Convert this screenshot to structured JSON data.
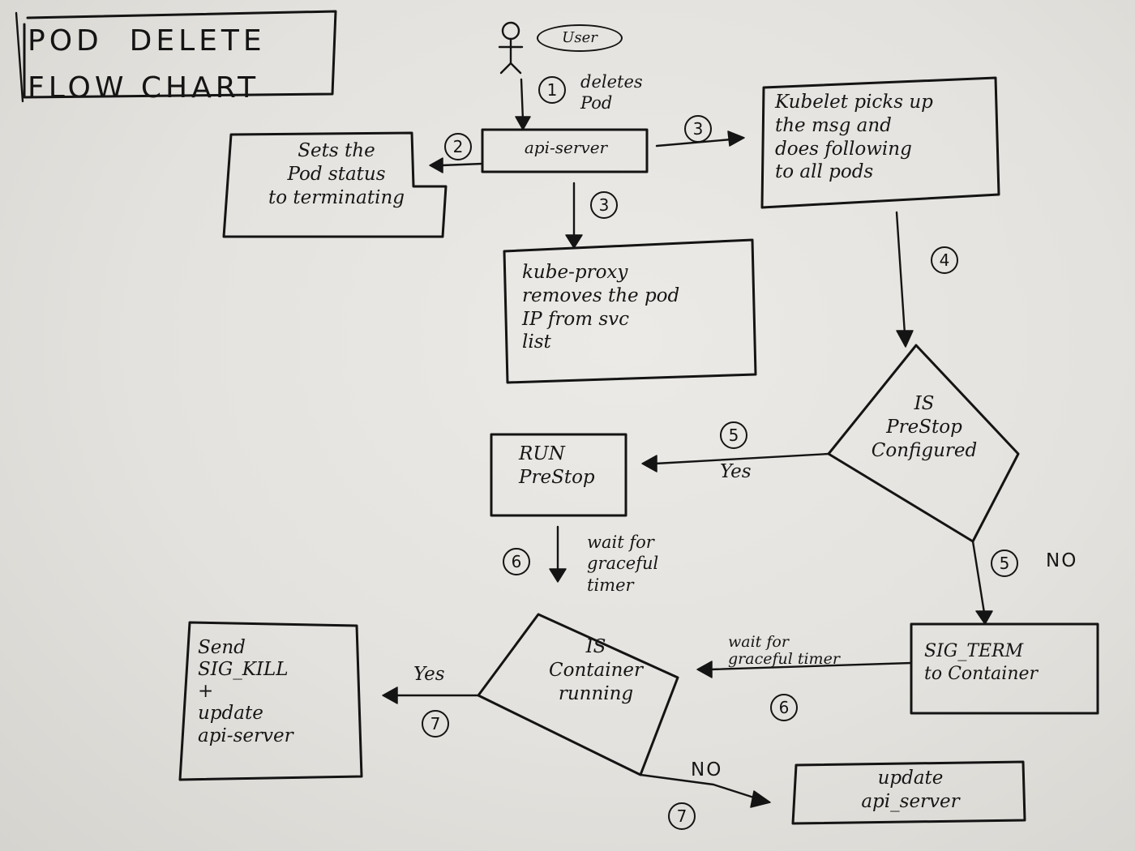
{
  "title": {
    "line1": "POD  DELETE",
    "line2": "FLOW CHART"
  },
  "actor": {
    "label": "User"
  },
  "nodes": {
    "api_server": "api-server",
    "set_status": "Sets the\nPod status\nto terminating",
    "kubelet": "Kubelet picks up\nthe msg and\ndoes following\nto all pods",
    "kube_proxy": "kube-proxy\nremoves the pod\nIP from svc\nlist",
    "is_prestop": "IS\nPreStop\nConfigured",
    "run_prestop": "RUN\nPreStop",
    "sig_term": "SIG_TERM\nto Container",
    "is_container_running": "IS\nContainer\nrunning",
    "send_sigkill": "Send\nSIG_KILL\n+\nupdate\napi-server",
    "update_api_server": "update\napi_server"
  },
  "edges": {
    "user_deletes": "deletes\nPod",
    "yes_prestop": "Yes",
    "no_prestop": "NO",
    "wait_graceful": "wait for\ngraceful\ntimer",
    "wait_graceful_timer": "wait for\ngraceful timer",
    "yes_running": "Yes",
    "no_running": "NO"
  },
  "steps": {
    "s1": "1",
    "s2": "2",
    "s3a": "3",
    "s3b": "3",
    "s4": "4",
    "s5a": "5",
    "s5b": "5",
    "s6a": "6",
    "s6b": "6",
    "s7a": "7",
    "s7b": "7"
  }
}
